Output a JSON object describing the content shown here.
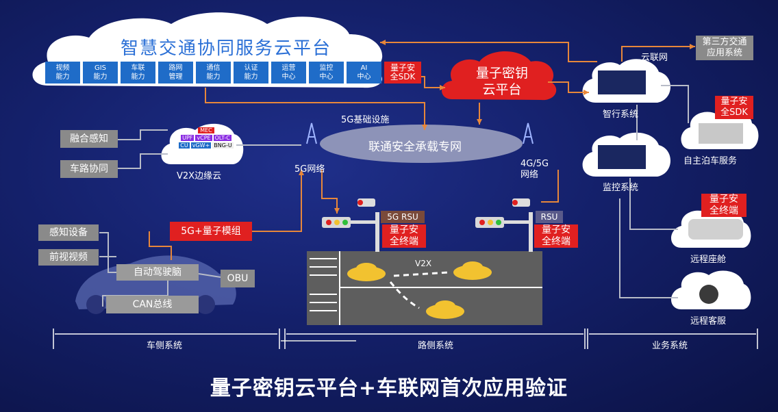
{
  "cloud_platform": {
    "title": "智慧交通协同服务云平台",
    "capabilities": [
      "视频\n能力",
      "GIS\n能力",
      "车联\n能力",
      "路网\n管理",
      "通信\n能力",
      "认证\n能力",
      "运营\n中心",
      "监控\n中心",
      "AI\n中心"
    ],
    "sdk_label": "量子安\n全SDK"
  },
  "quantum_cloud": {
    "label": "量子密钥\n云平台"
  },
  "network": {
    "base_label": "5G基础设施",
    "private_net": "联通安全承载专网",
    "net_5g": "5G网络",
    "net_4g5g": "4G/5G\n网络"
  },
  "edge_cloud": {
    "label": "V2X边缘云",
    "modules": [
      "MEC",
      "UPF",
      "vCPE",
      "OLT-C",
      "CU",
      "vGW+",
      "BNG-U"
    ]
  },
  "left_boxes": {
    "fusion": "融合感知",
    "coop": "车路协同"
  },
  "vehicle": {
    "sensor": "感知设备",
    "front_video": "前视视频",
    "autopilot": "自动驾驶脑",
    "obu": "OBU",
    "can": "CAN总线",
    "quantum_module": "5G+量子模组"
  },
  "roadside": {
    "rsu1": "5G RSU",
    "rsu2": "RSU",
    "terminal1": "量子安\n全终端",
    "terminal2": "量子安\n全终端",
    "v2x": "V2X"
  },
  "right_side": {
    "third_party": "第三方交通\n应用系统",
    "cloud_net": "云联网",
    "smart_system": "智行系统",
    "sdk_label": "量子安\n全SDK",
    "parking": "自主泊车服务",
    "monitor": "监控系统",
    "terminal": "量子安\n全终端",
    "cockpit": "远程座舱",
    "service": "远程客服"
  },
  "sections": {
    "vehicle_side": "车侧系统",
    "road_side": "路侧系统",
    "business": "业务系统"
  },
  "footer": "量子密钥云平台+车联网首次应用验证",
  "colors": {
    "orange_link": "#e8873a",
    "gray_link": "#b0b0b0",
    "red": "#e02020",
    "blue": "#1f6cc8"
  }
}
